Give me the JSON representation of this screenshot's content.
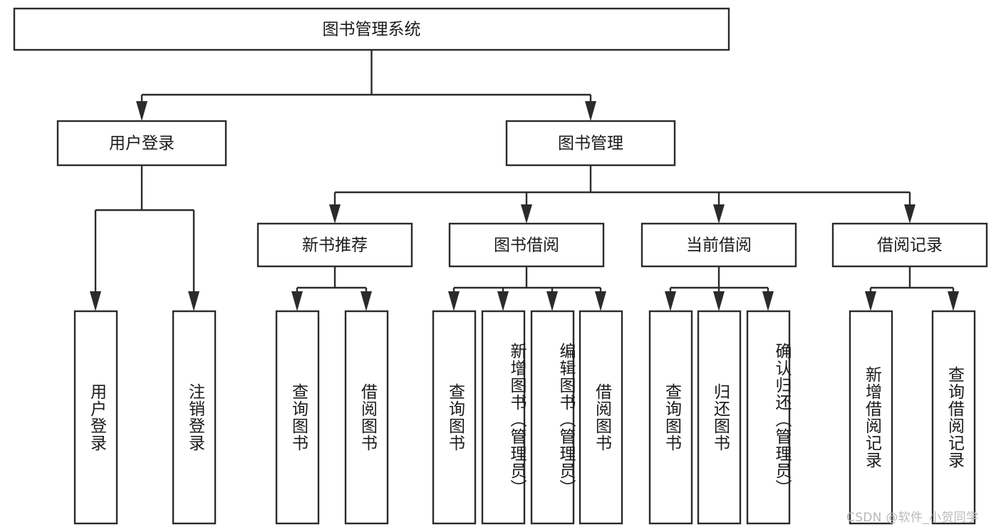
{
  "diagram": {
    "type": "tree-hierarchy-chart",
    "title": "图书管理系统",
    "background_color": "#ffffff",
    "line_color": "#2b2b2b",
    "text_color": "#1a1a1a",
    "watermark": "CSDN @软件_小贺同学",
    "levels": [
      {
        "level": 1,
        "nodes": [
          {
            "id": "root",
            "label": "图书管理系统"
          }
        ]
      },
      {
        "level": 2,
        "nodes": [
          {
            "id": "user-login",
            "label": "用户登录",
            "parent": "root"
          },
          {
            "id": "book-manage",
            "label": "图书管理",
            "parent": "root"
          }
        ]
      },
      {
        "level": 3,
        "nodes": [
          {
            "id": "new-book-recommend",
            "label": "新书推荐",
            "parent": "book-manage"
          },
          {
            "id": "book-borrow",
            "label": "图书借阅",
            "parent": "book-manage"
          },
          {
            "id": "current-borrow",
            "label": "当前借阅",
            "parent": "book-manage"
          },
          {
            "id": "borrow-record",
            "label": "借阅记录",
            "parent": "book-manage"
          }
        ]
      },
      {
        "level": 4,
        "nodes": [
          {
            "id": "leaf-user-login",
            "label": "用户登录",
            "parent": "user-login"
          },
          {
            "id": "leaf-user-logout",
            "label": "注销登录",
            "parent": "user-login"
          },
          {
            "id": "leaf-query-book-1",
            "label": "查询图书",
            "parent": "new-book-recommend"
          },
          {
            "id": "leaf-borrow-book-1",
            "label": "借阅图书",
            "parent": "new-book-recommend"
          },
          {
            "id": "leaf-query-book-2",
            "label": "查询图书",
            "parent": "book-borrow"
          },
          {
            "id": "leaf-add-book",
            "label": "新增图书（管理员）",
            "parent": "book-borrow"
          },
          {
            "id": "leaf-edit-book",
            "label": "编辑图书（管理员）",
            "parent": "book-borrow"
          },
          {
            "id": "leaf-borrow-book-2",
            "label": "借阅图书",
            "parent": "book-borrow"
          },
          {
            "id": "leaf-query-book-3",
            "label": "查询图书",
            "parent": "current-borrow"
          },
          {
            "id": "leaf-return-book",
            "label": "归还图书",
            "parent": "current-borrow"
          },
          {
            "id": "leaf-confirm-return",
            "label": "确认归还（管理员）",
            "parent": "current-borrow"
          },
          {
            "id": "leaf-add-record",
            "label": "新增借阅记录",
            "parent": "borrow-record"
          },
          {
            "id": "leaf-query-record",
            "label": "查询借阅记录",
            "parent": "borrow-record"
          }
        ]
      }
    ]
  }
}
